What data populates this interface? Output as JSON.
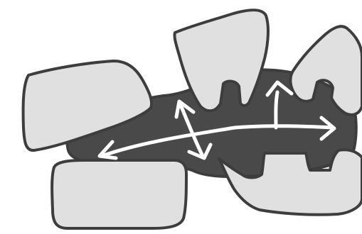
{
  "colors": {
    "background": "#ffffff",
    "matrix_fill": "#4a4949",
    "block_fill": "#e0e0e0",
    "outline": "#3d3d3d",
    "arrow": "#ffffff"
  },
  "diagram": {
    "blocks": [
      {
        "name": "block-top-left"
      },
      {
        "name": "block-top-middle"
      },
      {
        "name": "block-top-right"
      },
      {
        "name": "block-bottom-left"
      },
      {
        "name": "block-bottom-right"
      }
    ],
    "arrows": [
      {
        "name": "arrow-horizontal-bidirectional"
      },
      {
        "name": "arrow-vertical-bidirectional"
      },
      {
        "name": "arrow-branch-up"
      }
    ]
  }
}
